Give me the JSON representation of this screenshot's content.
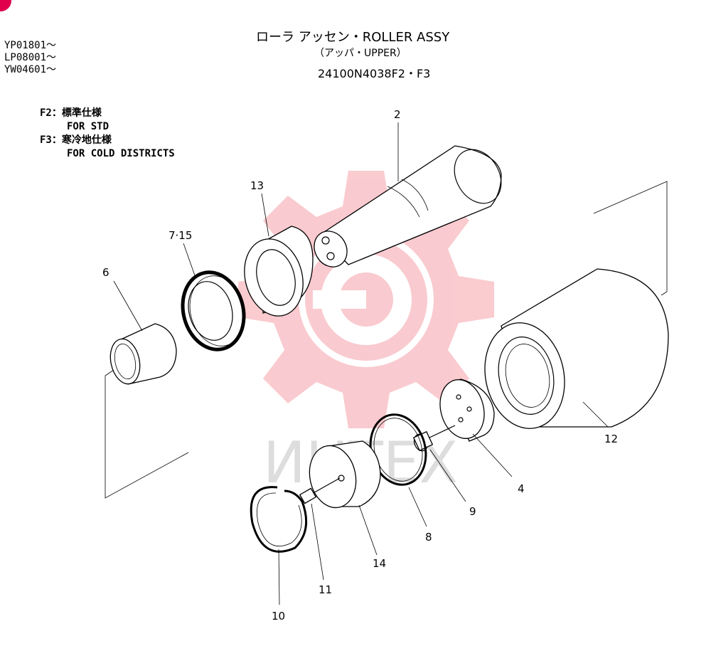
{
  "serials": [
    "YP01801～",
    "LP08001～",
    "YW04601～"
  ],
  "title": {
    "line1": "ローラ アッセン・ROLLER ASSY",
    "line2": "（アッパ・UPPER）",
    "line3": "24100N4038F2・F3"
  },
  "specs": [
    {
      "code": "F2：",
      "jp": "標準仕様",
      "en": "FOR STD"
    },
    {
      "code": "F3：",
      "jp": "寒冷地仕様",
      "en": "FOR COLD DISTRICTS"
    }
  ],
  "watermark": {
    "text": "ИНТЕХ",
    "color": "#f5a0a8"
  },
  "accent_color": "#e0004c",
  "parts": {
    "p2": "2",
    "p13": "13",
    "p715": "7·15",
    "p6": "6",
    "p12": "12",
    "p4": "4",
    "p9": "9",
    "p8": "8",
    "p14": "14",
    "p11": "11",
    "p10": "10"
  }
}
